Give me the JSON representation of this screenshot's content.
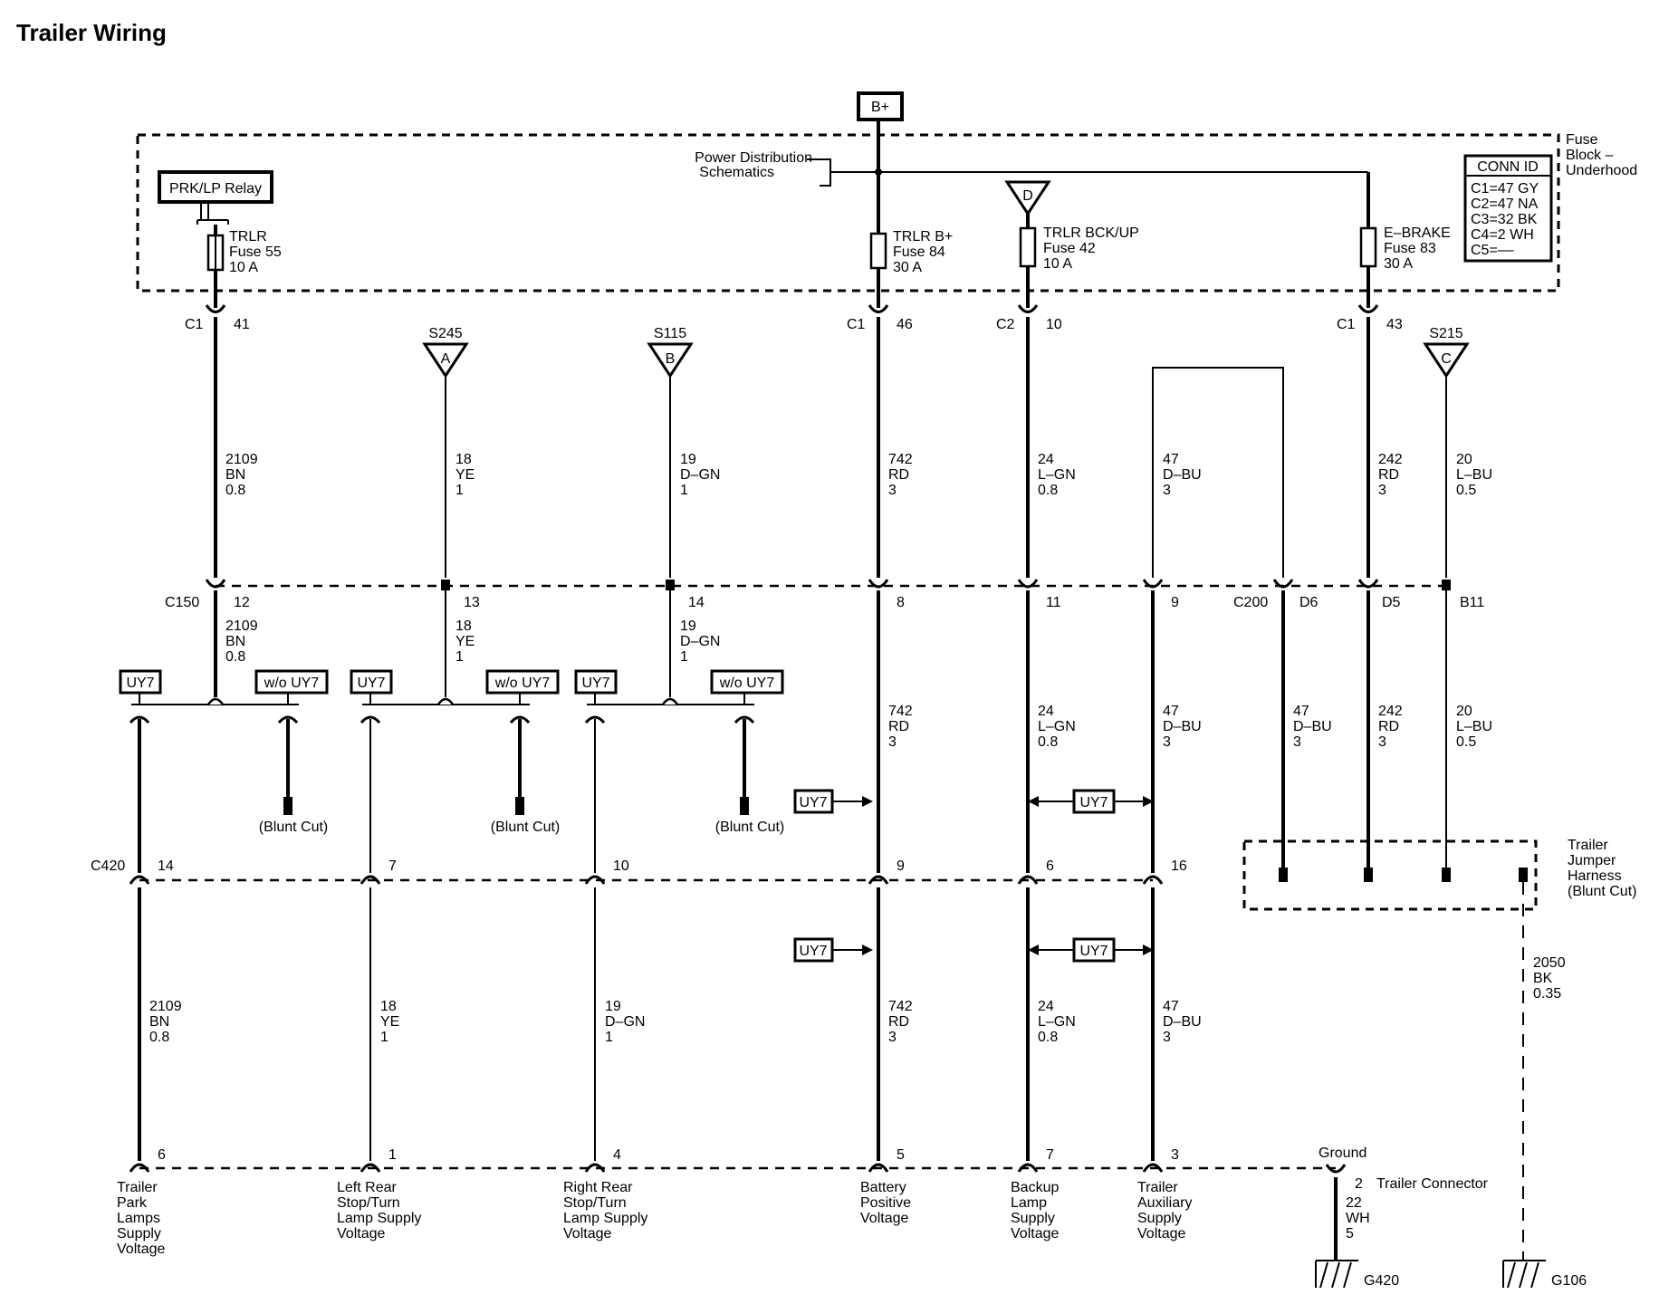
{
  "title": "Trailer Wiring",
  "power_source": "B+",
  "fuse_block": {
    "name_lines": [
      "Fuse",
      "Block –",
      "Underhood"
    ],
    "relay": "PRK/LP Relay",
    "power_distribution_lines": [
      "Power Distribution",
      "Schematics"
    ],
    "conn_id": {
      "header": "CONN ID",
      "rows": [
        "C1=47 GY",
        "C2=47 NA",
        "C3=32 BK",
        "C4=2 WH",
        "C5=––"
      ]
    },
    "fuses": [
      {
        "lines": [
          "TRLR",
          "Fuse 55",
          "10 A"
        ]
      },
      {
        "lines": [
          "TRLR B+",
          "Fuse 84",
          "30 A"
        ]
      },
      {
        "lines": [
          "TRLR BCK/UP",
          "Fuse 42",
          "10 A"
        ]
      },
      {
        "lines": [
          "E–BRAKE",
          "Fuse 83",
          "30 A"
        ]
      }
    ],
    "pins": [
      {
        "connector": "C1",
        "pin": "41"
      },
      {
        "connector": "C1",
        "pin": "46"
      },
      {
        "connector": "C2",
        "pin": "10"
      },
      {
        "connector": "C1",
        "pin": "43"
      }
    ],
    "d_marker": "D"
  },
  "splices": [
    {
      "name": "S245",
      "letter": "A"
    },
    {
      "name": "S115",
      "letter": "B"
    },
    {
      "name": "S215",
      "letter": "C"
    }
  ],
  "upper_wires": [
    {
      "lines": [
        "2109",
        "BN",
        "0.8"
      ]
    },
    {
      "lines": [
        "18",
        "YE",
        "1"
      ]
    },
    {
      "lines": [
        "19",
        "D–GN",
        "1"
      ]
    },
    {
      "lines": [
        "742",
        "RD",
        "3"
      ]
    },
    {
      "lines": [
        "24",
        "L–GN",
        "0.8"
      ]
    },
    {
      "lines": [
        "47",
        "D–BU",
        "3"
      ]
    },
    {
      "lines": [
        "242",
        "RD",
        "3"
      ]
    },
    {
      "lines": [
        "20",
        "L–BU",
        "0.5"
      ]
    }
  ],
  "c150": {
    "name": "C150",
    "pins": [
      "12",
      "13",
      "14",
      "8",
      "11",
      "9"
    ],
    "wires": [
      {
        "lines": [
          "2109",
          "BN",
          "0.8"
        ]
      },
      {
        "lines": [
          "18",
          "YE",
          "1"
        ]
      },
      {
        "lines": [
          "19",
          "D–GN",
          "1"
        ]
      }
    ]
  },
  "c200": {
    "name": "C200",
    "pins": [
      "D6",
      "D5",
      "B11"
    ]
  },
  "options": {
    "with": "UY7",
    "without": "w/o UY7",
    "blunt_cut": "(Blunt Cut)"
  },
  "mid_wires": [
    {
      "lines": [
        "742",
        "RD",
        "3"
      ]
    },
    {
      "lines": [
        "24",
        "L–GN",
        "0.8"
      ]
    },
    {
      "lines": [
        "47",
        "D–BU",
        "3"
      ]
    },
    {
      "lines": [
        "47",
        "D–BU",
        "3"
      ]
    },
    {
      "lines": [
        "242",
        "RD",
        "3"
      ]
    },
    {
      "lines": [
        "20",
        "L–BU",
        "0.5"
      ]
    }
  ],
  "c420": {
    "name": "C420",
    "pins": [
      "14",
      "7",
      "10",
      "9",
      "6",
      "16"
    ]
  },
  "jumper_harness": {
    "lines": [
      "Trailer",
      "Jumper",
      "Harness",
      "(Blunt Cut)"
    ]
  },
  "lower_wires": [
    {
      "lines": [
        "2109",
        "BN",
        "0.8"
      ]
    },
    {
      "lines": [
        "18",
        "YE",
        "1"
      ]
    },
    {
      "lines": [
        "19",
        "D–GN",
        "1"
      ]
    },
    {
      "lines": [
        "742",
        "RD",
        "3"
      ]
    },
    {
      "lines": [
        "24",
        "L–GN",
        "0.8"
      ]
    },
    {
      "lines": [
        "47",
        "D–BU",
        "3"
      ]
    }
  ],
  "ground_wire": {
    "lines": [
      "2050",
      "BK",
      "0.35"
    ]
  },
  "trailer_connector": {
    "name": "Trailer Connector",
    "pins": [
      "6",
      "1",
      "4",
      "5",
      "7",
      "3"
    ],
    "ground_label": "Ground",
    "ground_pin": "2",
    "ground_wire": {
      "lines": [
        "22",
        "WH",
        "5"
      ]
    },
    "circuits": [
      {
        "lines": [
          "Trailer",
          "Park",
          "Lamps",
          "Supply",
          "Voltage"
        ]
      },
      {
        "lines": [
          "Left Rear",
          "Stop/Turn",
          "Lamp Supply",
          "Voltage"
        ]
      },
      {
        "lines": [
          "Right Rear",
          "Stop/Turn",
          "Lamp Supply",
          "Voltage"
        ]
      },
      {
        "lines": [
          "Battery",
          "Positive",
          "Voltage"
        ]
      },
      {
        "lines": [
          "Backup",
          "Lamp",
          "Supply",
          "Voltage"
        ]
      },
      {
        "lines": [
          "Trailer",
          "Auxiliary",
          "Supply",
          "Voltage"
        ]
      }
    ]
  },
  "grounds": [
    "G420",
    "G106"
  ]
}
